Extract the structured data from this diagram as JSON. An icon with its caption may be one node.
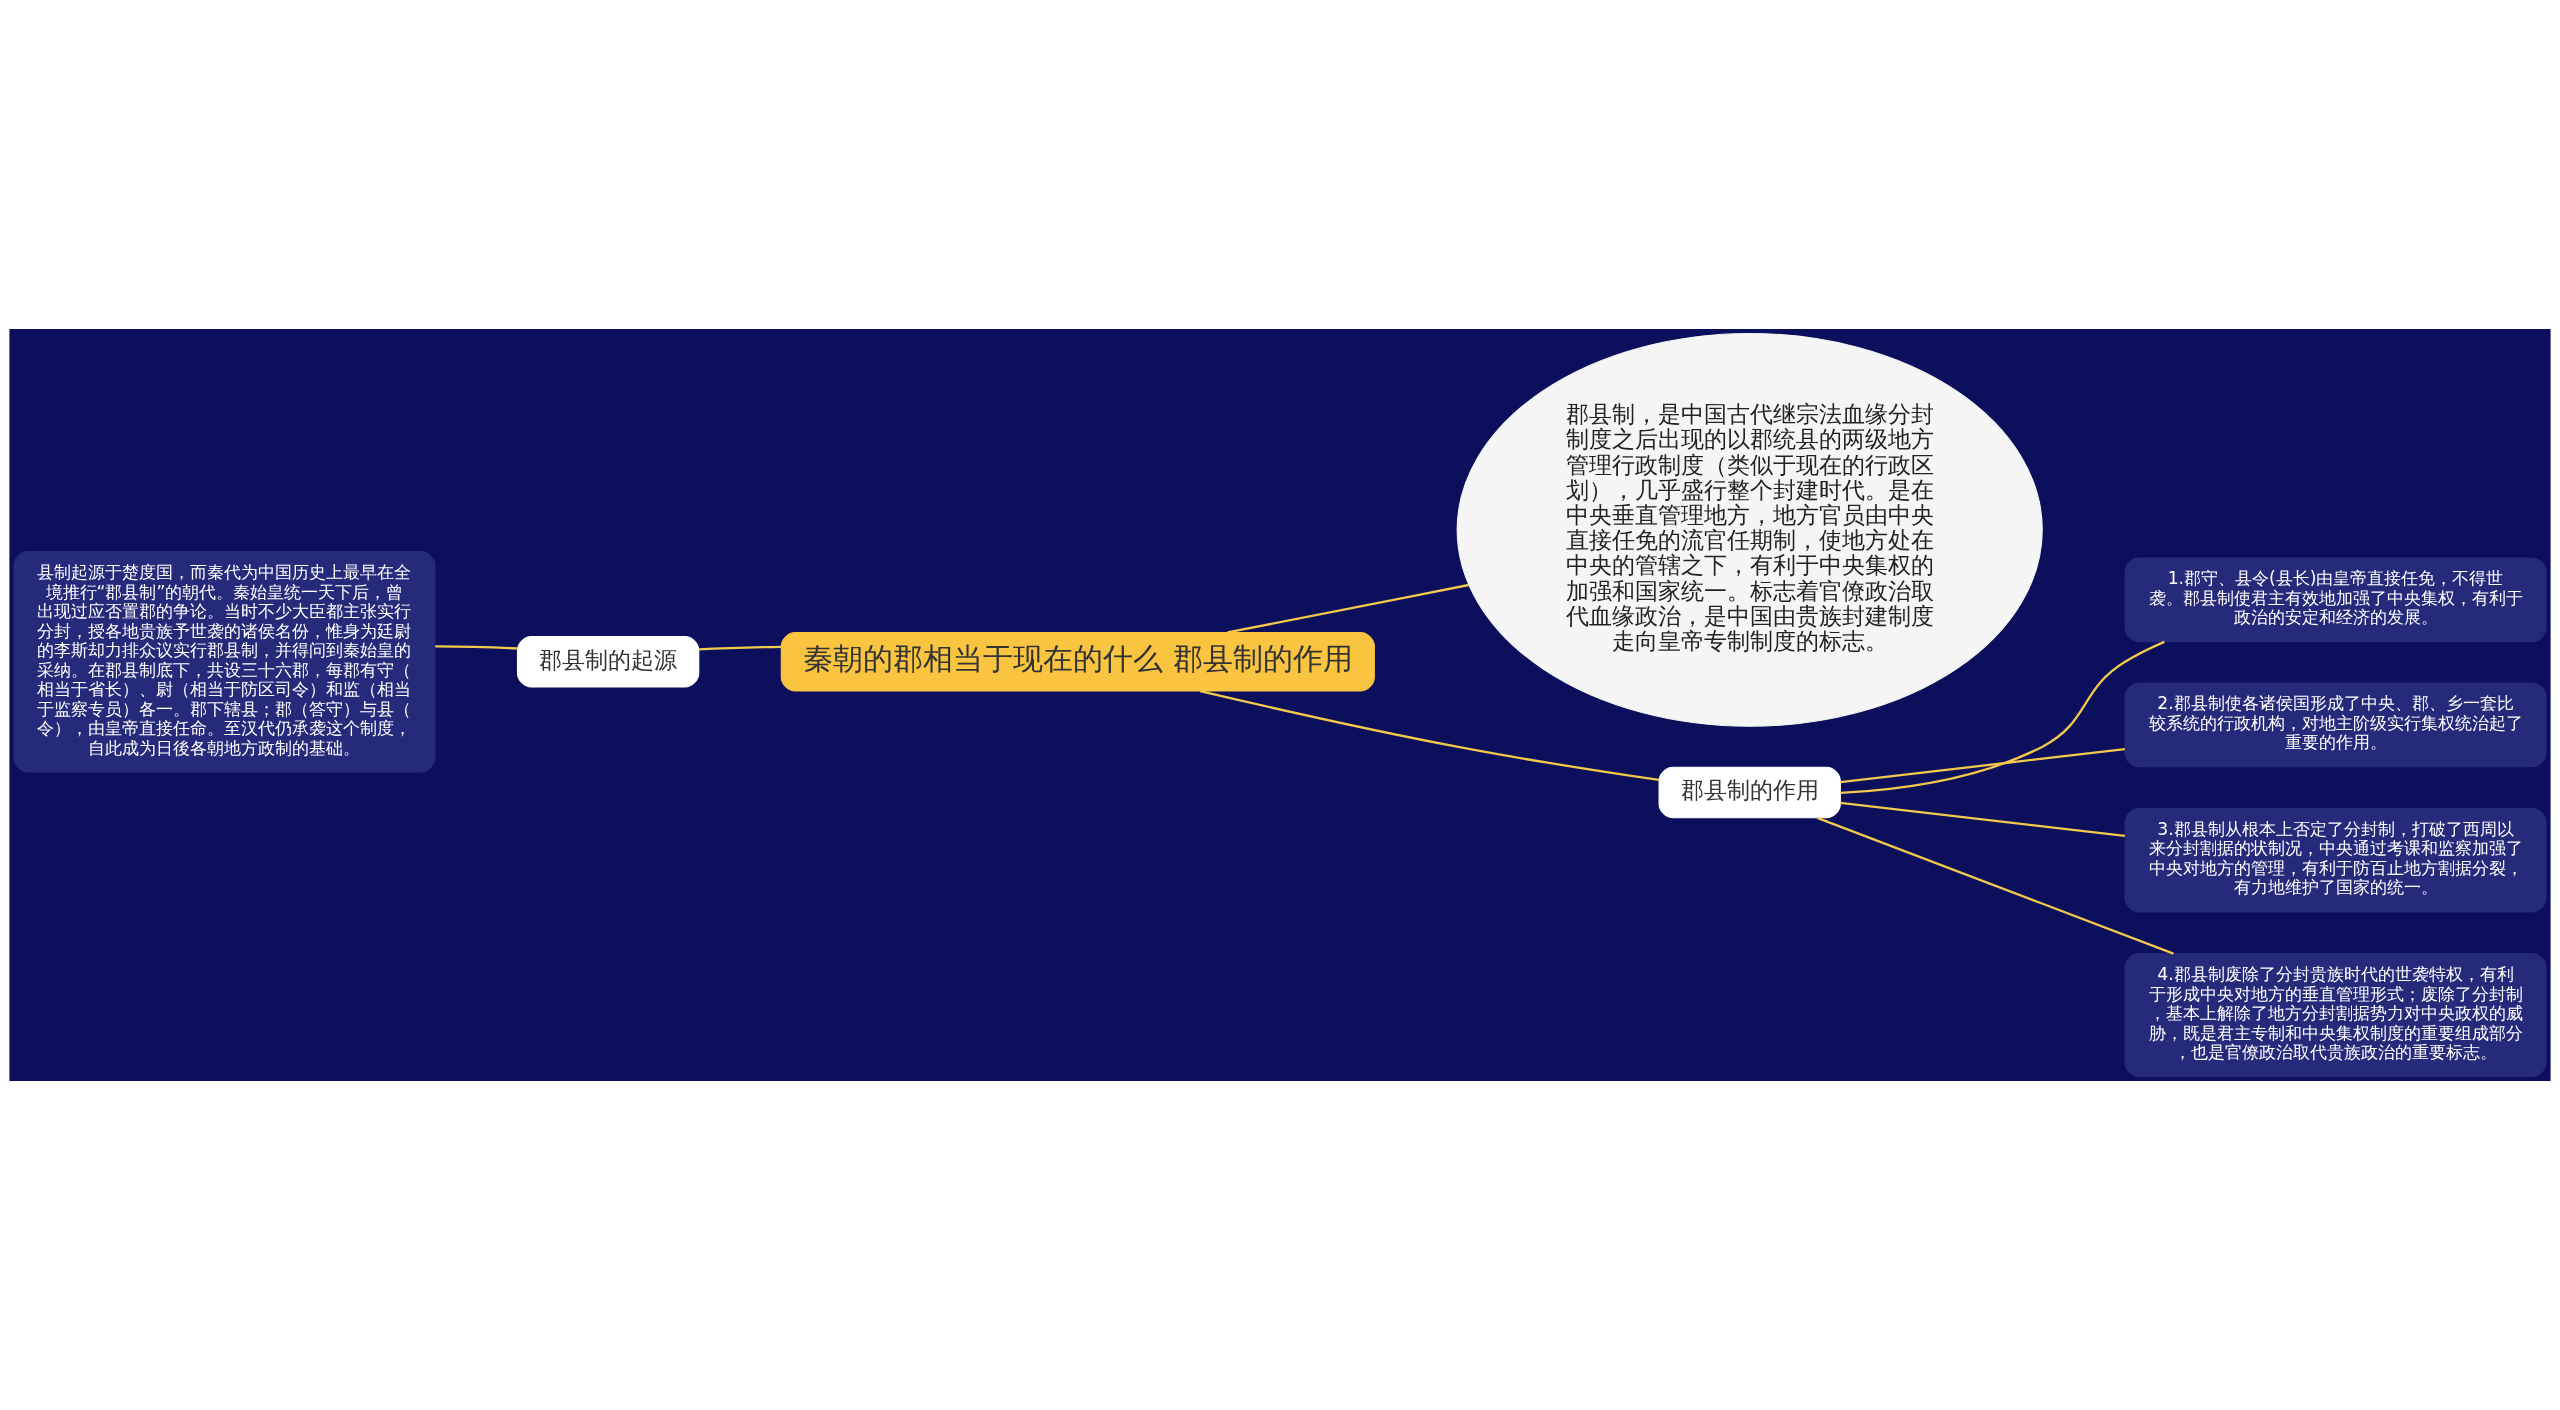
{
  "diagram": {
    "nodes": [
      {
        "text": [
          "秦朝的郡相当于现在的什么 郡县制的作用"
        ]
      },
      {
        "text": [
          "郡县制，是中国古代继宗法血缘分封制度之后出现的以郡统县的两级地方管理行政制度（类似于现在的行政区划），几乎盛行整个封建时代。是在中央垂直管理地方，地方官员由中央直接任免的流官任期制，使地方处在中央的管辖之下，有利于中央集权的加强和国家统一。标志着官僚政治取代血缘政治，是中国由贵族封建制度走向皇帝专制制度的标志。"
        ]
      },
      {
        "text": [
          "郡县制的起源"
        ]
      },
      {
        "text": [
          "县制起源于楚度国，而秦代为中国历史上最早在全境推行“郡县制”的朝代。秦始皇统一天下后，曾出现过应否置郡的争论。当时不少大臣都主张实行分封，授各地贵族予世袭的诸侯名份，惟身为廷尉的李斯却力排众议实行郡县制，并得问到秦始皇的采纳。在郡县制底下，共设三十六郡，每郡有守（相当于省长）、尉（相当于防区司令）和监（相当于监察专员）各一。郡下辖县；郡（答守）与县（令），由皇帝直接任命。至汉代仍承袭这个制度，自此成为日後各朝地方政制的基础。"
        ]
      },
      {
        "text": [
          "郡县制的作用"
        ]
      },
      {
        "text": [
          "1.郡守、县令(县长)由皇帝直接任免，不得世袭。郡县制使君主有效地加强了中央集权，有利于政治的安定和经济的发展。"
        ]
      },
      {
        "text": [
          "2.郡县制使各诸侯国形成了中央、郡、乡一套比较系统的行政机构，对地主阶级实行集权统治起了重要的作用。"
        ]
      },
      {
        "text": [
          "3.郡县制从根本上否定了分封制，打破了西周以来分封割据的状制况，中央通过考课和监察加强了中央对地方的管理，有利于防百止地方割据分裂，有力地维护了国家的统一。"
        ]
      },
      {
        "text": [
          "4.郡县制废除了分封贵族时代的世袭特权，有利于形成中央对地方的垂直管理形式；废除了分封制，基本上解除了地方分封割据势力对中央政权的威胁，既是君主专制和中央集权制度的重要组成部分，也是官僚政治取代贵族政治的重要标志。"
        ]
      }
    ],
    "edges": [
      {
        "from": 0,
        "to": 1,
        "arrow": "none"
      },
      {
        "from": 0,
        "to": 2,
        "arrow": "none"
      },
      {
        "from": 2,
        "to": 3,
        "arrow": "none"
      },
      {
        "from": 0,
        "to": 4,
        "arrow": "none"
      },
      {
        "from": 4,
        "to": 5,
        "arrow": "none"
      },
      {
        "from": 4,
        "to": 6,
        "arrow": "none"
      },
      {
        "from": 4,
        "to": 7,
        "arrow": "none"
      },
      {
        "from": 4,
        "to": 8,
        "arrow": "none"
      }
    ]
  }
}
